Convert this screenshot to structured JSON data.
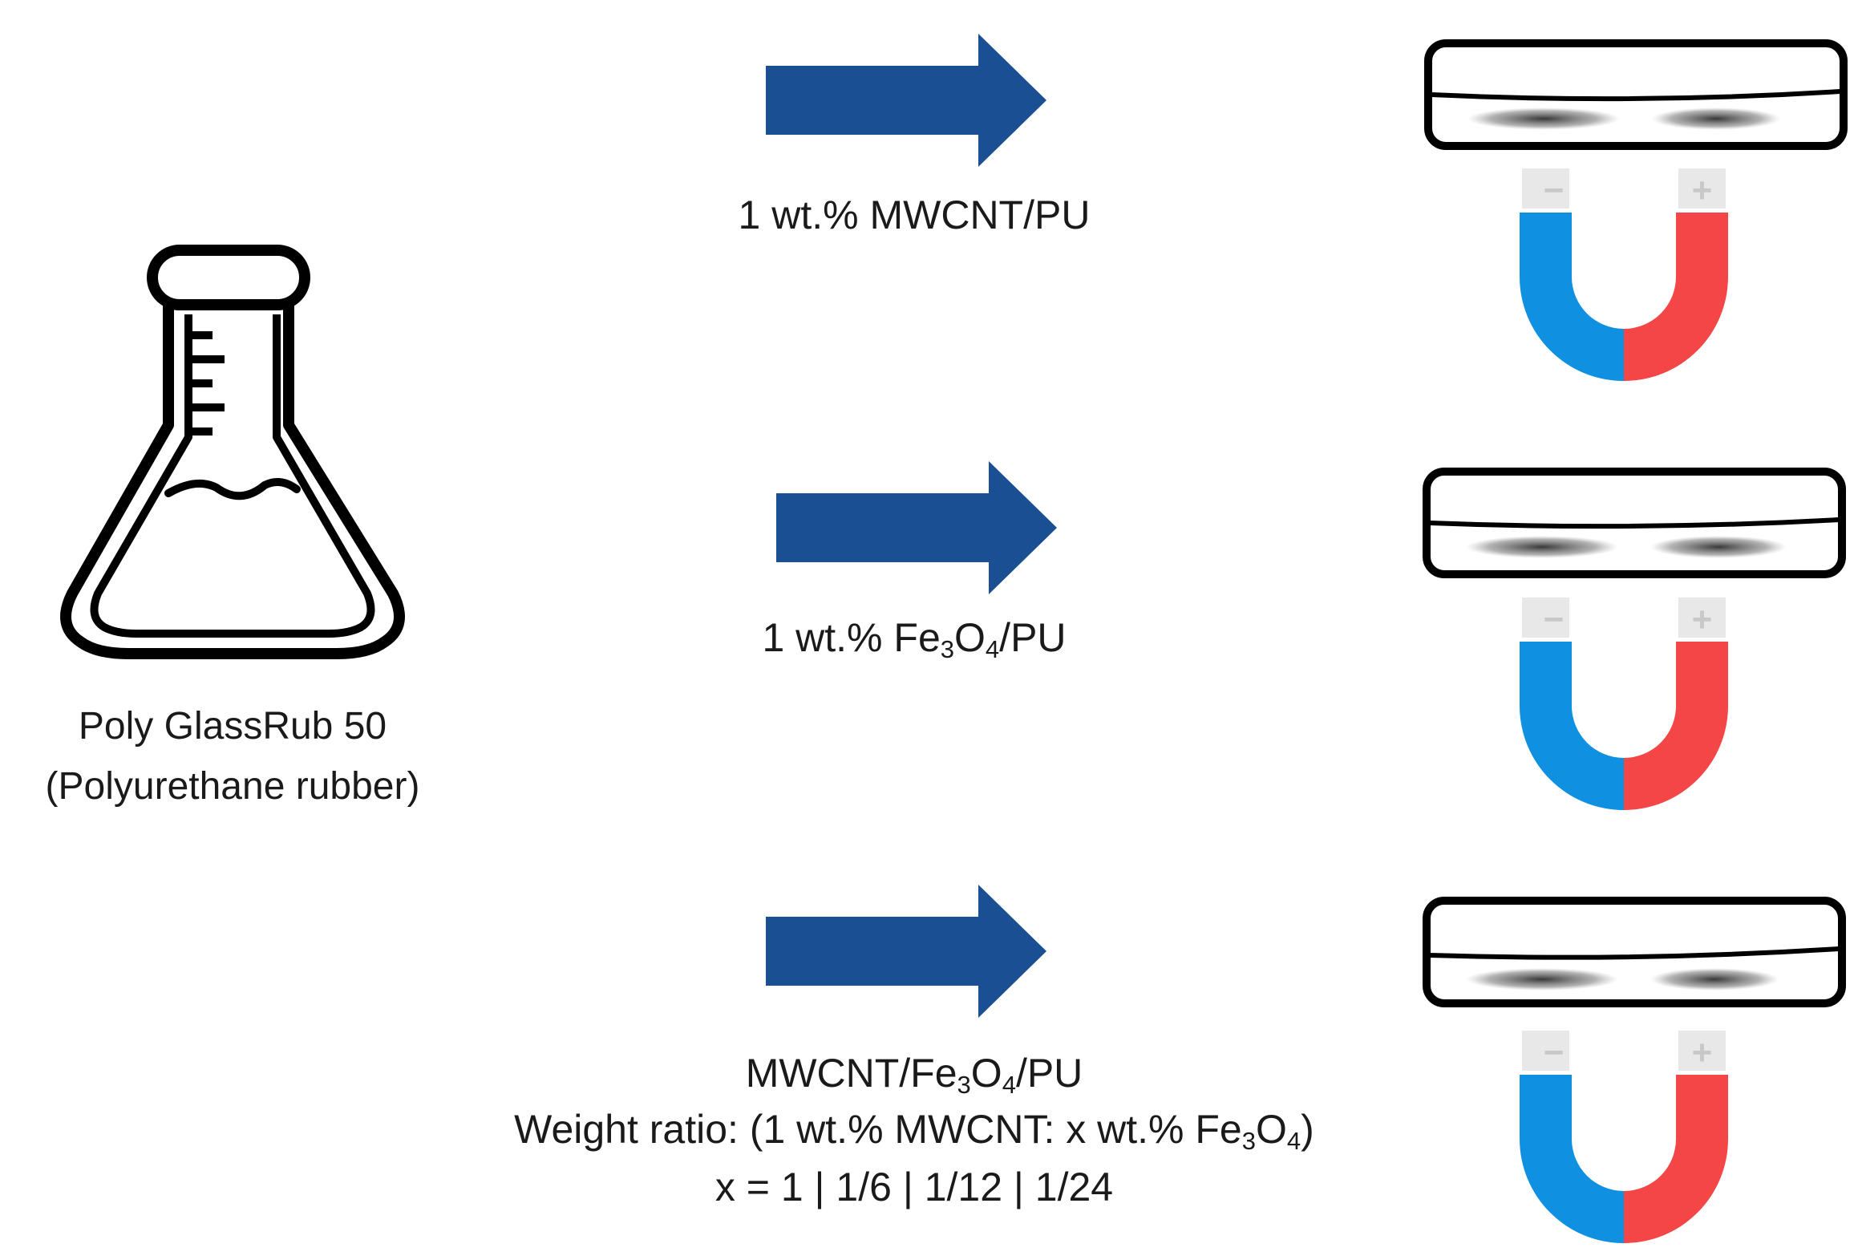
{
  "colors": {
    "arrow": "#1a4f93",
    "magnet_negative": "#0f90e0",
    "magnet_positive": "#f44646",
    "pole_cap": "#e8e8e8",
    "outline": "#000000"
  },
  "icons": {
    "flask": "erlenmeyer-flask-icon",
    "arrow": "right-arrow-icon",
    "dish": "sample-dish-icon",
    "magnet": "horseshoe-magnet-icon"
  },
  "flask": {
    "line1": "Poly GlassRub 50",
    "line2": "(Polyurethane rubber)"
  },
  "rows": [
    {
      "label_text": "1 wt.% MWCNT/PU",
      "magnet_minus": "−",
      "magnet_plus": "+"
    },
    {
      "label_pre": "1 wt.% Fe",
      "label_sub1": "3",
      "label_mid": "O",
      "label_sub2": "4",
      "label_post": "/PU",
      "magnet_minus": "−",
      "magnet_plus": "+"
    },
    {
      "line1_pre": "MWCNT/Fe",
      "line1_sub1": "3",
      "line1_mid": "O",
      "line1_sub2": "4",
      "line1_post": "/PU",
      "line2_pre": "Weight ratio: (1 wt.% MWCNT: x wt.% Fe",
      "line2_sub1": "3",
      "line2_mid": "O",
      "line2_sub2": "4",
      "line2_post": ")",
      "line3": "x = 1 | 1/6 | 1/12 | 1/24",
      "magnet_minus": "−",
      "magnet_plus": "+"
    }
  ]
}
